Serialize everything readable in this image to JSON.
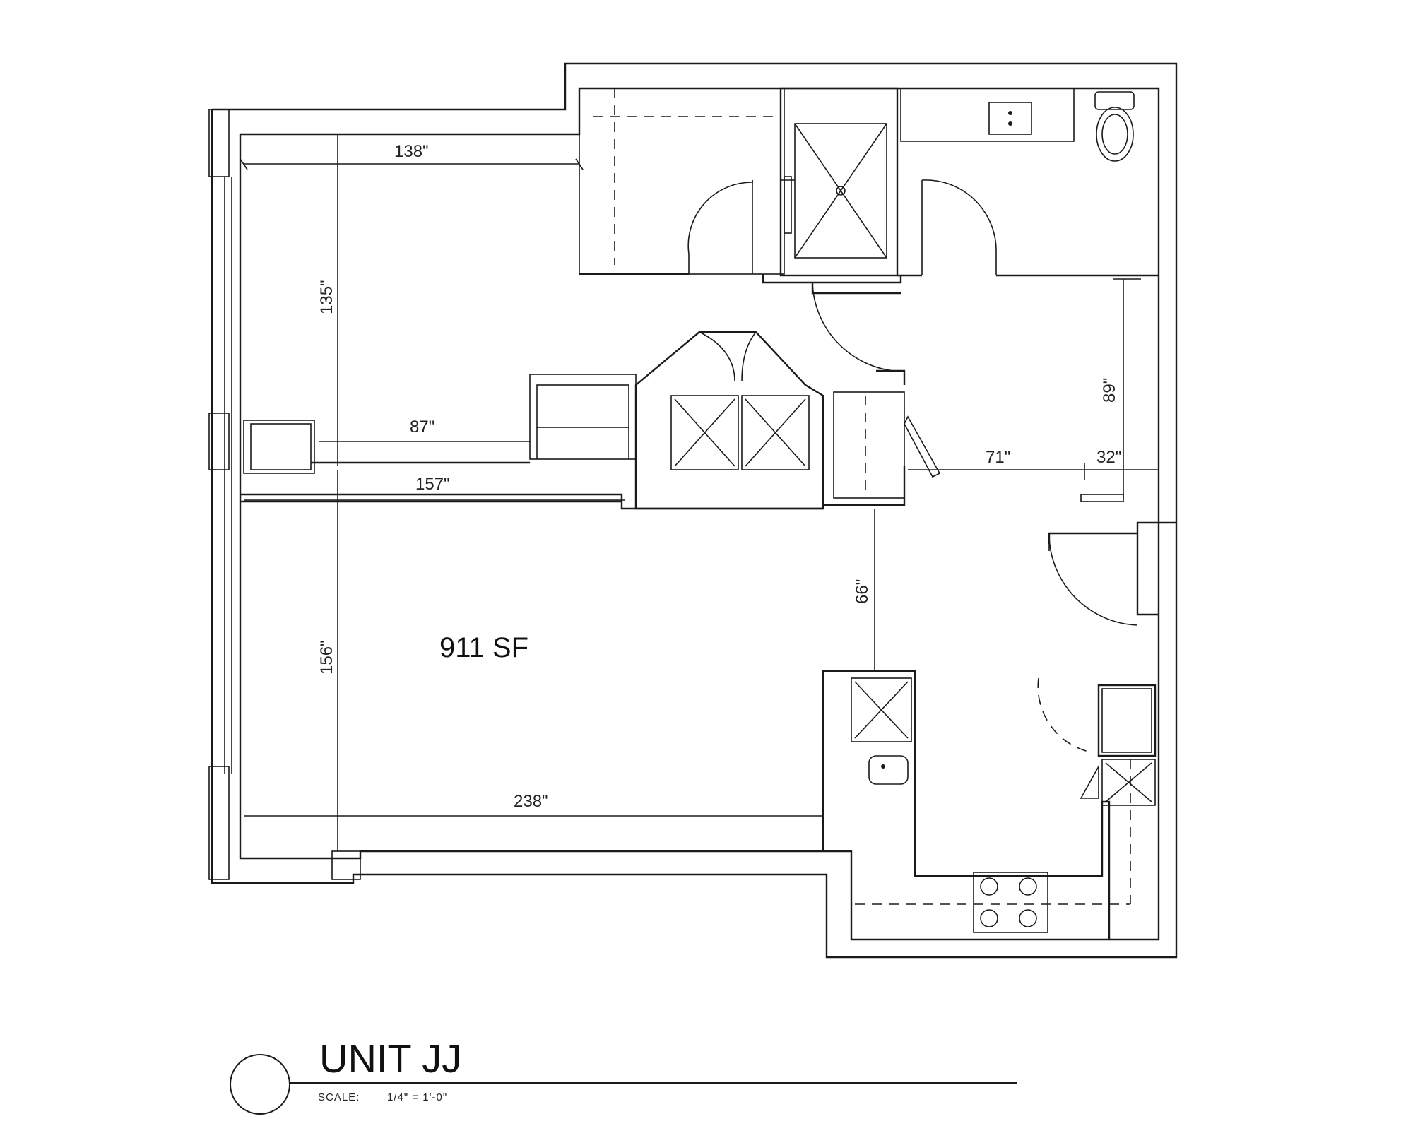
{
  "unit": {
    "title": "UNIT JJ",
    "scale_label": "SCALE:",
    "scale_value": "1/4\" = 1'-0\"",
    "area": "911 SF"
  },
  "dimensions": {
    "living_width": "138\"",
    "bedroom_depth": "135\"",
    "closet_width": "87\"",
    "bedroom_width": "157\"",
    "living_depth": "156\"",
    "living_room_width": "238\"",
    "kitchen_gap": "66\"",
    "hall_length": "71\"",
    "entry_width": "32\"",
    "entry_depth": "89\""
  }
}
